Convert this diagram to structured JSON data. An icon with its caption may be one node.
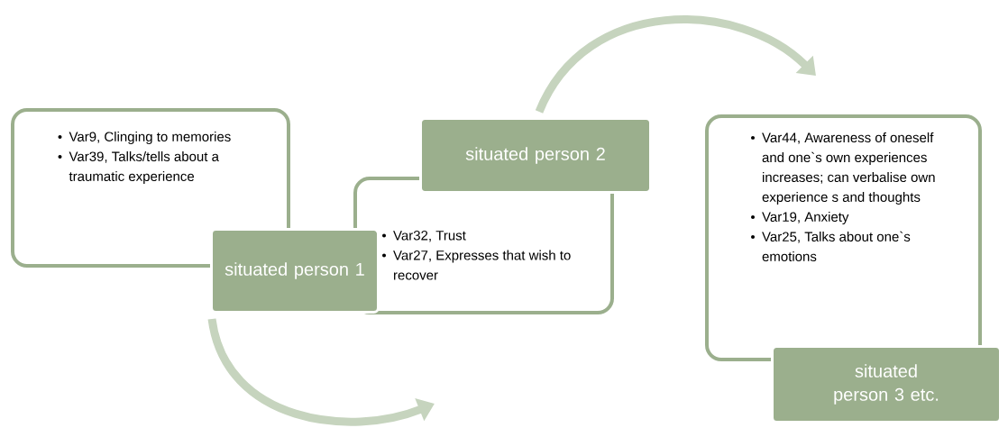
{
  "diagram": {
    "nodes": [
      {
        "text": [
          "Var9, Clinging to memories",
          "Var39, Talks/tells about a traumatic experience"
        ]
      },
      {
        "text": [
          "situated person 1"
        ]
      },
      {
        "text": [
          "Var32, Trust",
          "Var27, Expresses that wish to recover"
        ]
      },
      {
        "text": [
          "situated person 2"
        ]
      },
      {
        "text": [
          "Var44, Awareness of oneself and one`s own experiences increases; can verbalise own experience s and thoughts",
          "Var19, Anxiety",
          "Var25, Talks about one`s emotions"
        ]
      },
      {
        "text": [
          "situated person 3 etc."
        ]
      }
    ],
    "edges": [
      {
        "from": 1,
        "to": null,
        "arrow": "to"
      },
      {
        "from": 3,
        "to": null,
        "arrow": "to"
      }
    ]
  }
}
